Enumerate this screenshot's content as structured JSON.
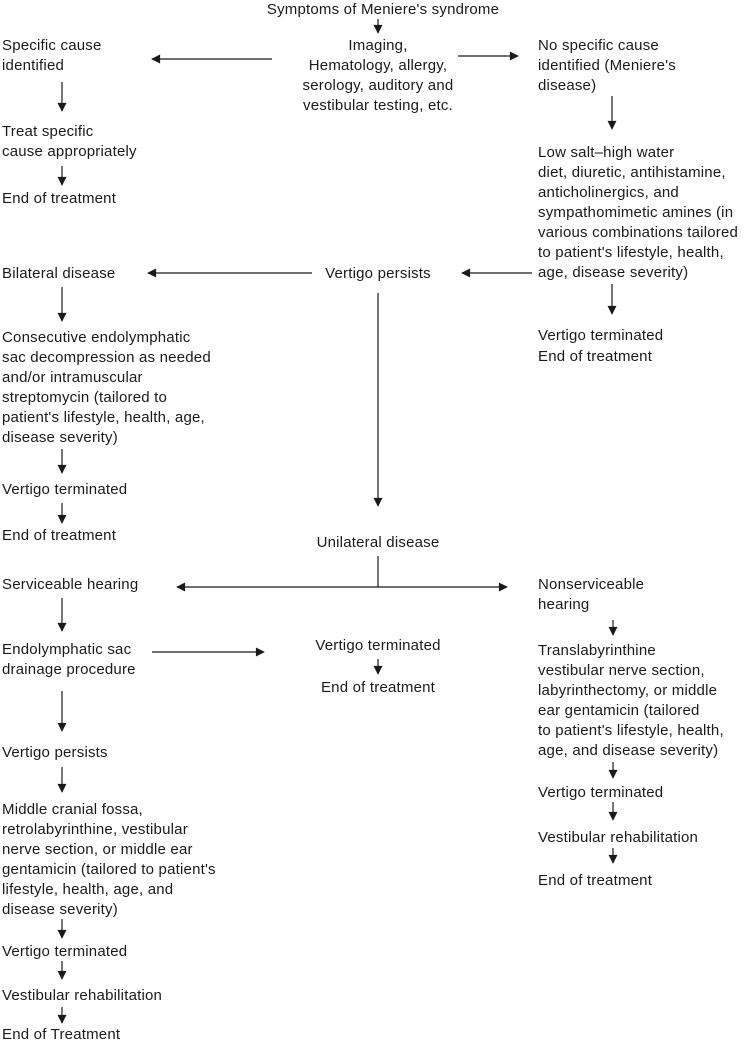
{
  "diagram": {
    "type": "flowchart",
    "colors": {
      "background": "#ffffff",
      "text": "#1a1a1a",
      "line": "#1a1a1a"
    },
    "nodes": {
      "title": {
        "text": "Symptoms of Meniere's syndrome"
      },
      "tests": {
        "text": "Imaging,\nHematology, allergy,\nserology, auditory and\nvestibular testing, etc."
      },
      "specific_cause": {
        "text": "Specific cause\nidentified"
      },
      "no_specific_cause": {
        "text": "No specific cause\nidentified (Meniere's\ndisease)"
      },
      "treat_specific": {
        "text": "Treat specific\ncause appropriately"
      },
      "end_treatment_1": {
        "text": "End of treatment"
      },
      "low_salt": {
        "text": "Low salt–high water\ndiet, diuretic, antihistamine,\nanticholinergics, and\nsympathomimetic amines (in\nvarious combinations tailored\nto patient's lifestyle, health,\nage, disease severity)"
      },
      "vertigo_terminated_r1": {
        "text": "Vertigo terminated"
      },
      "end_treatment_r1": {
        "text": "End of treatment"
      },
      "bilateral": {
        "text": "Bilateral disease"
      },
      "vertigo_persists_c": {
        "text": "Vertigo persists"
      },
      "consecutive": {
        "text": "Consecutive endolymphatic\nsac decompression as needed\nand/or intramuscular\nstreptomycin (tailored to\npatient's lifestyle, health, age,\ndisease severity)"
      },
      "vertigo_terminated_l1": {
        "text": "Vertigo terminated"
      },
      "end_treatment_l1": {
        "text": "End of treatment"
      },
      "unilateral": {
        "text": "Unilateral disease"
      },
      "serviceable": {
        "text": "Serviceable hearing"
      },
      "nonserviceable": {
        "text": "Nonserviceable\nhearing"
      },
      "esd": {
        "text": "Endolymphatic sac\ndrainage procedure"
      },
      "vertigo_terminated_c": {
        "text": "Vertigo terminated"
      },
      "end_treatment_c": {
        "text": "End of treatment"
      },
      "vertigo_persists_l": {
        "text": "Vertigo persists"
      },
      "mcf": {
        "text": "Middle cranial fossa,\nretrolabyrinthine, vestibular\nnerve section, or middle ear\ngentamicin (tailored to patient's\nlifestyle, health, age, and\ndisease severity)"
      },
      "vertigo_terminated_l2": {
        "text": "Vertigo terminated"
      },
      "vestibular_rehab_l": {
        "text": "Vestibular rehabilitation"
      },
      "end_treatment_l2": {
        "text": "End of Treatment"
      },
      "translab": {
        "text": "Translabyrinthine\nvestibular nerve section,\nlabyrinthectomy, or middle\near gentamicin (tailored\nto patient's lifestyle, health,\nage, and disease severity)"
      },
      "vertigo_terminated_r2": {
        "text": "Vertigo terminated"
      },
      "vestibular_rehab_r": {
        "text": "Vestibular rehabilitation"
      },
      "end_treatment_r2": {
        "text": "End of treatment"
      }
    },
    "edges": [
      "title -> tests",
      "tests -> specific_cause",
      "tests -> no_specific_cause",
      "specific_cause -> treat_specific",
      "treat_specific -> end_treatment_1",
      "no_specific_cause -> low_salt",
      "low_salt -> vertigo_terminated_r1 / end_treatment_r1",
      "low_salt -> vertigo_persists_c",
      "vertigo_persists_c -> bilateral",
      "vertigo_persists_c -> unilateral",
      "bilateral -> consecutive",
      "consecutive -> vertigo_terminated_l1",
      "vertigo_terminated_l1 -> end_treatment_l1",
      "unilateral -> serviceable",
      "unilateral -> nonserviceable",
      "serviceable -> esd",
      "esd -> vertigo_terminated_c",
      "vertigo_terminated_c -> end_treatment_c",
      "esd -> vertigo_persists_l",
      "vertigo_persists_l -> mcf",
      "mcf -> vertigo_terminated_l2",
      "vertigo_terminated_l2 -> vestibular_rehab_l",
      "vestibular_rehab_l -> end_treatment_l2",
      "nonserviceable -> translab",
      "translab -> vertigo_terminated_r2",
      "vertigo_terminated_r2 -> vestibular_rehab_r",
      "vestibular_rehab_r -> end_treatment_r2"
    ]
  }
}
